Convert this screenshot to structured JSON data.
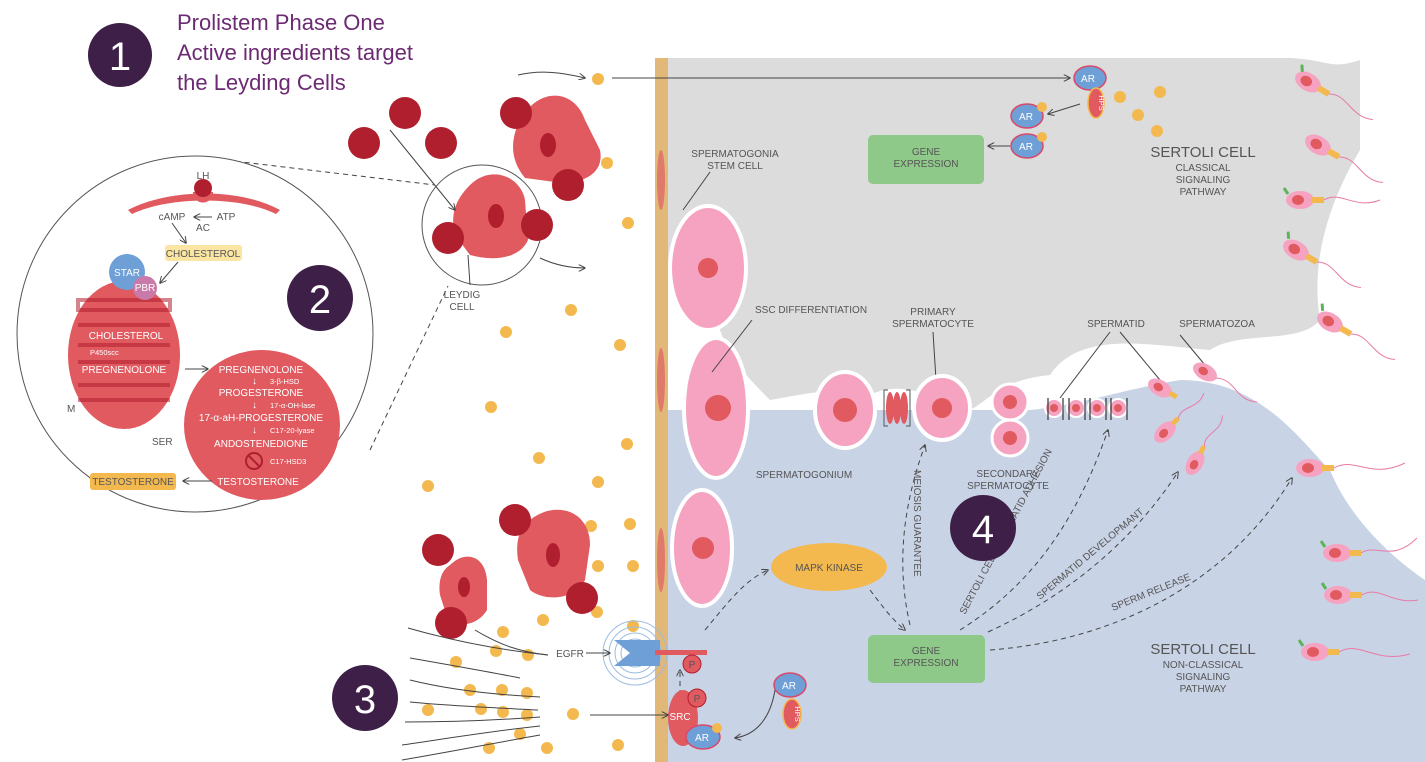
{
  "header": {
    "step_number": "1",
    "title_line1": "Prolistem Phase One",
    "title_line2": "Active ingredients target",
    "title_line3": "the Leyding Cells"
  },
  "steps": {
    "two": "2",
    "three": "3",
    "four": "4"
  },
  "leydig": {
    "label_line1": "LEYDIG",
    "label_line2": "CELL"
  },
  "zoom_circle": {
    "lh": "LH",
    "camp": "cAMP",
    "atp": "ATP",
    "ac": "AC",
    "cholesterol_box": "CHOLESTEROL",
    "star": "STAR",
    "pbr": "PBR",
    "mito_cholesterol": "CHOLESTEROL",
    "p450scc": "P450scc",
    "mito_pregnenolone": "PREGNENOLONE",
    "m": "M",
    "ser": "SER",
    "ser_pregnenolone": "PREGNENOLONE",
    "hsd3b": "3-β-HSD",
    "progesterone": "PROGESTERONE",
    "oh_lase": "17-α-OH-lase",
    "oh_progesterone": "17-α-aH-PROGESTERONE",
    "lyase": "C17-20-lyase",
    "andostenedione": "ANDOSTENEDIONE",
    "hsd3": "C17-HSD3",
    "ser_testosterone": "TESTOSTERONE",
    "testosterone_box": "TESTOSTERONE"
  },
  "sertoli_top": {
    "ar1": "AR",
    "ar2": "AR",
    "ar3": "AR",
    "hps": "HPS",
    "gene_line1": "GENE",
    "gene_line2": "EXPRESSION",
    "title": "SERTOLI CELL",
    "sub1": "CLASSICAL",
    "sub2": "SIGNALING",
    "sub3": "PATHWAY"
  },
  "cells": {
    "stem_line1": "SPERMATOGONIA",
    "stem_line2": "STEM CELL",
    "ssc": "SSC DIFFERENTIATION",
    "primary_line1": "PRIMARY",
    "primary_line2": "SPERMATOCYTE",
    "spermatid": "SPERMATID",
    "spermatozoa": "SPERMATOZOA",
    "spermatogonium": "SPERMATOGONIUM",
    "secondary_line1": "SECONDARY",
    "secondary_line2": "SPERMATOCYTE",
    "meiosis": "MEIOSIS GUARANTEE",
    "adhesion": "SERTOLI CELL-SPERMATID ADHESION",
    "development": "SPERMATID DEVELOPMANT",
    "release": "SPERM RELEASE"
  },
  "sertoli_bottom": {
    "egfr": "EGFR",
    "p1": "P",
    "p2": "P",
    "src": "SRC",
    "ar_low": "AR",
    "ar_float": "AR",
    "hps": "HPS",
    "mapk": "MAPK KINASE",
    "gene_line1": "GENE",
    "gene_line2": "EXPRESSION",
    "title": "SERTOLI CELL",
    "sub1": "NON-CLASSICAL",
    "sub2": "SIGNALING",
    "sub3": "PATHWAY"
  },
  "colors": {
    "purple": "#3e1f47",
    "cell_red": "#e05a60",
    "dark_red": "#b01f2e",
    "sertoli_grey": "#dcdcdc",
    "sertoli_blue": "#c9d3e6",
    "pink": "#f5a3c0",
    "gene_green": "#8fc98a",
    "mapk_orange": "#f3b94f",
    "dot_orange": "#f3b94f",
    "ar_blue": "#6e9fd6",
    "membrane": "#e2b878"
  }
}
